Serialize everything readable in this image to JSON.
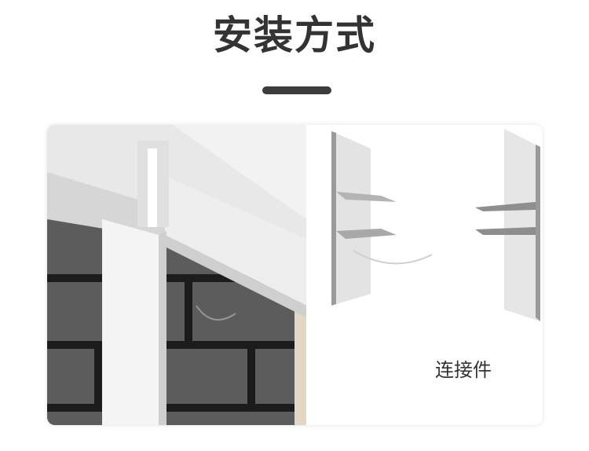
{
  "title": "安装方式",
  "caption": "连接件",
  "colors": {
    "title": "#333333",
    "underline": "#3d3d3d",
    "brick": "#5a5a5a",
    "mortar": "#1c1c1c",
    "panel_light": "#e6e6e6",
    "backing": "#e2d6c4"
  },
  "images": {
    "left": "wall-panel-installation-illustration",
    "right": "connector-illustration"
  }
}
